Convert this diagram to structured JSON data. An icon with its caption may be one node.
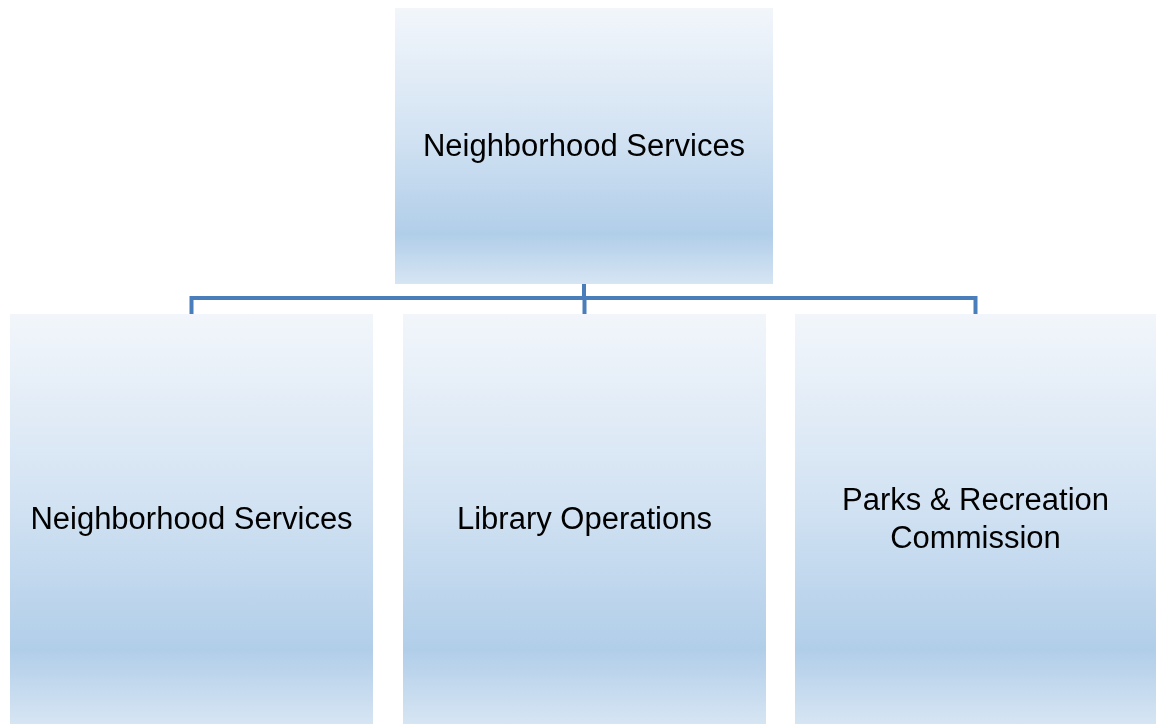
{
  "diagram": {
    "nodes": [
      {
        "text": [
          "Neighborhood Services"
        ]
      },
      {
        "text": [
          "Neighborhood Services"
        ]
      },
      {
        "text": [
          "Library Operations"
        ]
      },
      {
        "text": [
          "Parks & Recreation Commission"
        ]
      }
    ],
    "edges": [
      {
        "from": 0,
        "to": 1,
        "arrow": "none"
      },
      {
        "from": 0,
        "to": 2,
        "arrow": "none"
      },
      {
        "from": 0,
        "to": 3,
        "arrow": "none"
      }
    ]
  }
}
